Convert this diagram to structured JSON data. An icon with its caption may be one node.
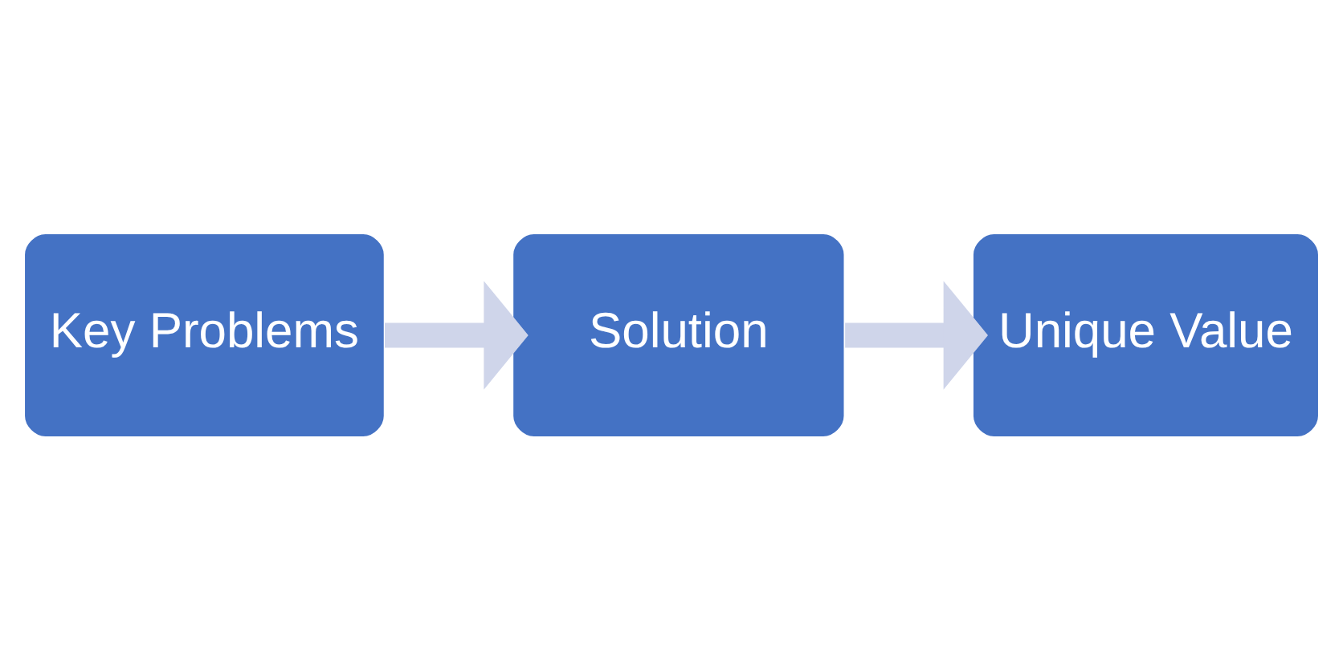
{
  "diagram": {
    "nodes": [
      {
        "text": [
          "Key Problems"
        ]
      },
      {
        "text": [
          "Solution"
        ]
      },
      {
        "text": [
          "Unique Value"
        ]
      }
    ],
    "edges": [
      {
        "from": 0,
        "to": 1,
        "arrow": "to",
        "color": "#cfd5ea"
      },
      {
        "from": 1,
        "to": 2,
        "arrow": "to",
        "color": "#cfd5ea"
      }
    ]
  }
}
